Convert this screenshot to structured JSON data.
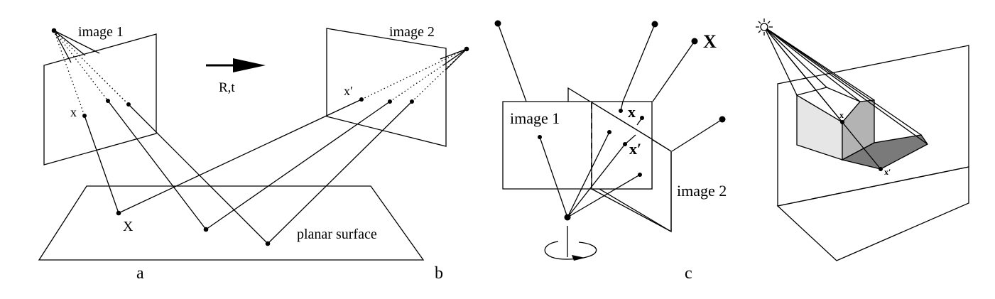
{
  "panel_ab": {
    "image1_label": "image 1",
    "image2_label": "image 2",
    "motion_label": "R,t",
    "point_x_label": "x",
    "point_xprime_label": "x′",
    "point_X_label": "X",
    "surface_label": "planar surface",
    "panel_a_letter": "a",
    "panel_b_letter": "b"
  },
  "panel_c": {
    "image1_label": "image 1",
    "image2_label": "image 2",
    "point_X_label": "X",
    "point_x_label": "x",
    "point_xprime_label": "x′",
    "panel_letter": "c"
  },
  "panel_d": {
    "light_source_icon": "sun-icon",
    "point_x_label": "x",
    "point_xprime_label": "x′",
    "shade_light": "#e6e6e6",
    "shade_mid": "#b3b3b3",
    "shade_dark": "#7a7a7a"
  }
}
